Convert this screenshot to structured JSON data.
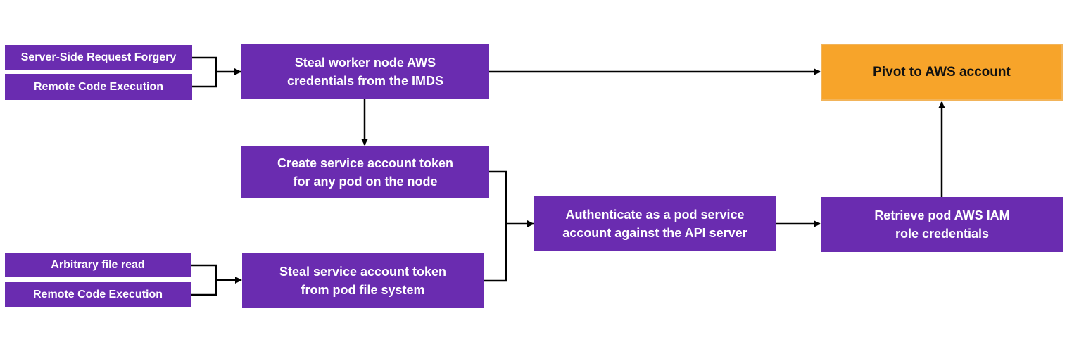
{
  "diagram": {
    "colors": {
      "node_fill": "#6a2cb0",
      "node_text": "#ffffff",
      "target_fill": "#f7a42a",
      "target_text": "#111111",
      "connector": "#000000"
    },
    "nodes": {
      "ssrf": "Server-Side Request Forgery",
      "rce_top": "Remote Code Execution",
      "steal_imds": "Steal worker node AWS\ncredentials from the IMDS",
      "create_token": "Create service account token\nfor any pod on the node",
      "file_read": "Arbitrary file read",
      "rce_bottom": "Remote Code Execution",
      "steal_pod_token": "Steal service account token\nfrom pod file system",
      "authenticate": "Authenticate as a pod service\naccount against the API server",
      "retrieve_iam": "Retrieve pod AWS IAM\nrole credentials",
      "pivot": "Pivot to AWS account"
    },
    "edges": [
      {
        "from": "ssrf",
        "to": "steal_imds"
      },
      {
        "from": "rce_top",
        "to": "steal_imds"
      },
      {
        "from": "steal_imds",
        "to": "pivot"
      },
      {
        "from": "steal_imds",
        "to": "create_token"
      },
      {
        "from": "create_token",
        "to": "authenticate"
      },
      {
        "from": "file_read",
        "to": "steal_pod_token"
      },
      {
        "from": "rce_bottom",
        "to": "steal_pod_token"
      },
      {
        "from": "steal_pod_token",
        "to": "authenticate"
      },
      {
        "from": "authenticate",
        "to": "retrieve_iam"
      },
      {
        "from": "retrieve_iam",
        "to": "pivot"
      }
    ]
  }
}
